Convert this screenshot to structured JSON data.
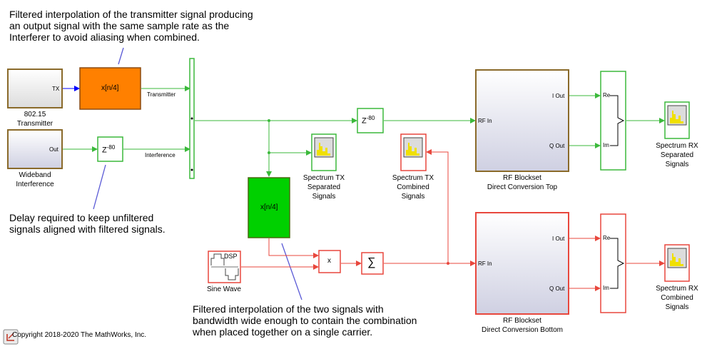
{
  "annotations": {
    "tx_filter_note": "Filtered interpolation of the transmitter signal producing\nan output signal with the same sample rate as the\nInterferer to avoid aliasing when combined.",
    "delay_note": "Delay required to keep unfiltered\nsignals aligned with filtered signals.",
    "combined_filter_note": "Filtered interpolation of the two signals with\nbandwidth wide enough to contain the combination\nwhen placed together on a single carrier."
  },
  "blocks": {
    "transmitter": {
      "port_out": "TX",
      "label": "802.15\nTransmitter"
    },
    "interference": {
      "port_out": "Out",
      "label": "Wideband\nInterference"
    },
    "interp_tx": {
      "text": "x[n/4]"
    },
    "interp_combined": {
      "text": "x[n/4]"
    },
    "delay_interf": {
      "base": "Z",
      "exp": "-80"
    },
    "delay_top": {
      "base": "Z",
      "exp": "-80"
    },
    "scope_tx_sep": {
      "label": "Spectrum TX\nSeparated\nSignals"
    },
    "scope_tx_comb": {
      "label": "Spectrum TX\nCombined\nSignals"
    },
    "sine_wave": {
      "label": "Sine Wave",
      "tag": "DSP"
    },
    "product": {
      "text": "x"
    },
    "sum": {
      "text": "∑"
    },
    "rf_top": {
      "in": "RF In",
      "i_out": "I Out",
      "q_out": "Q Out",
      "label": "RF Blockset\nDirect Conversion Top"
    },
    "rf_bottom": {
      "in": "RF In",
      "i_out": "I Out",
      "q_out": "Q Out",
      "label": "RF Blockset\nDirect Conversion Bottom"
    },
    "ri2c_top": {
      "re": "Re",
      "im": "Im"
    },
    "ri2c_bottom": {
      "re": "Re",
      "im": "Im"
    },
    "scope_rx_sep": {
      "label": "Spectrum RX\nSeparated\nSignals"
    },
    "scope_rx_comb": {
      "label": "Spectrum RX\nCombined\nSignals"
    }
  },
  "signals": {
    "transmitter": "Transmitter",
    "interference": "Interference"
  },
  "copyright": "Copyright 2018-2020 The MathWorks, Inc.",
  "colors": {
    "green": "#3bb93b",
    "red": "#e8473d",
    "orange": "#ff8000",
    "bright_green": "#00d000",
    "blue": "#0000ff",
    "note_line": "#5a5ad6"
  }
}
